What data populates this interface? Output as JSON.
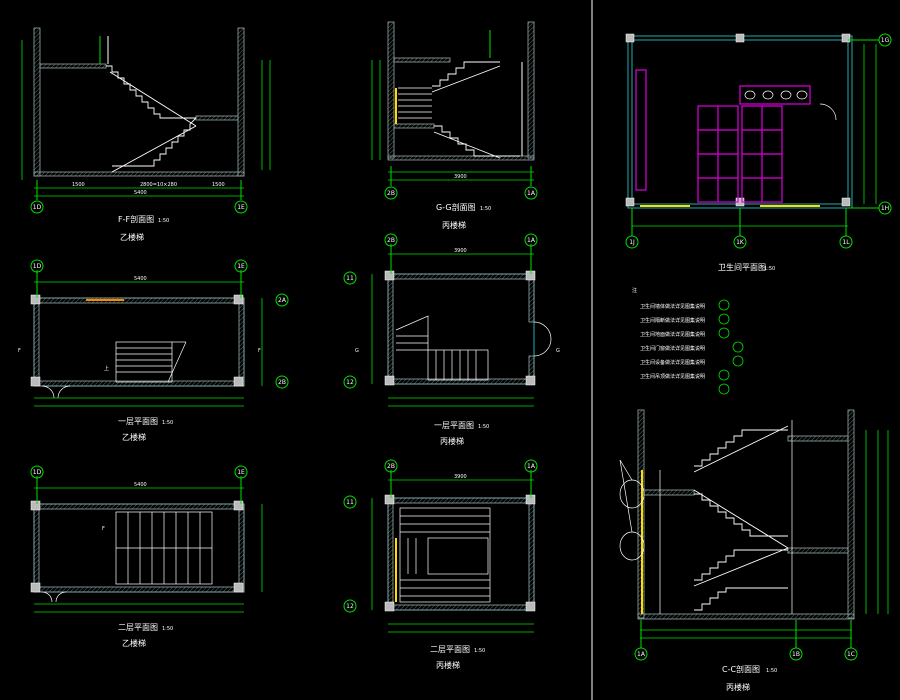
{
  "drawings": {
    "section_ff": {
      "title": "F-F剖面图",
      "scale": "1:50",
      "sub": "乙楼梯",
      "grid_left": "1D",
      "grid_right": "1E",
      "dim_left": "1500",
      "dim_mid": "2800=10×280",
      "dim_right": "1500",
      "dim_total": "5400"
    },
    "section_gg": {
      "title": "G-G剖面图",
      "scale": "1:50",
      "sub": "丙楼梯",
      "grid_left": "2B",
      "grid_right": "1A",
      "dim_total": "3900"
    },
    "plan_b1": {
      "title": "一层平面图",
      "scale": "1:50",
      "sub": "乙楼梯",
      "grid_left": "1D",
      "grid_right": "1E",
      "grid_top": "2A",
      "grid_bot": "2B",
      "dim_total": "5400",
      "mark_f": "F",
      "up": "上"
    },
    "plan_b2": {
      "title": "二层平面图",
      "scale": "1:50",
      "sub": "乙楼梯",
      "grid_left": "1D",
      "grid_right": "1E",
      "dim_total": "5400",
      "mark_f": "F"
    },
    "plan_c1": {
      "title": "一层平面图",
      "scale": "1:50",
      "sub": "丙楼梯",
      "grid_left": "2B",
      "grid_right": "1A",
      "grid_top": "11",
      "grid_bot": "12",
      "dim_total": "3900",
      "mark_g": "G"
    },
    "plan_c2": {
      "title": "二层平面图",
      "scale": "1:50",
      "sub": "丙楼梯",
      "grid_left": "2B",
      "grid_right": "1A",
      "grid_top": "11",
      "grid_bot": "12",
      "dim_total": "3900"
    },
    "toilet": {
      "title": "卫生间平面图",
      "scale": "1:50",
      "grid_tl": "1G",
      "grid_bl": "1H",
      "grid_b1": "1J",
      "grid_b2": "1K",
      "grid_b3": "1L"
    },
    "notes": {
      "heading": "注",
      "lines": [
        "卫生间墙体做法详见图集说明",
        "卫生间隔断做法详见图集说明",
        "卫生间地面做法详见图集说明",
        "卫生间门窗做法详见图集说明",
        "卫生间设备做法详见图集说明",
        "卫生间吊顶做法详见图集说明"
      ]
    },
    "section_cc": {
      "title": "C-C剖面图",
      "scale": "1:50",
      "sub": "丙楼梯",
      "grid_l": "1A",
      "grid_m": "1B",
      "grid_r": "1C"
    }
  }
}
